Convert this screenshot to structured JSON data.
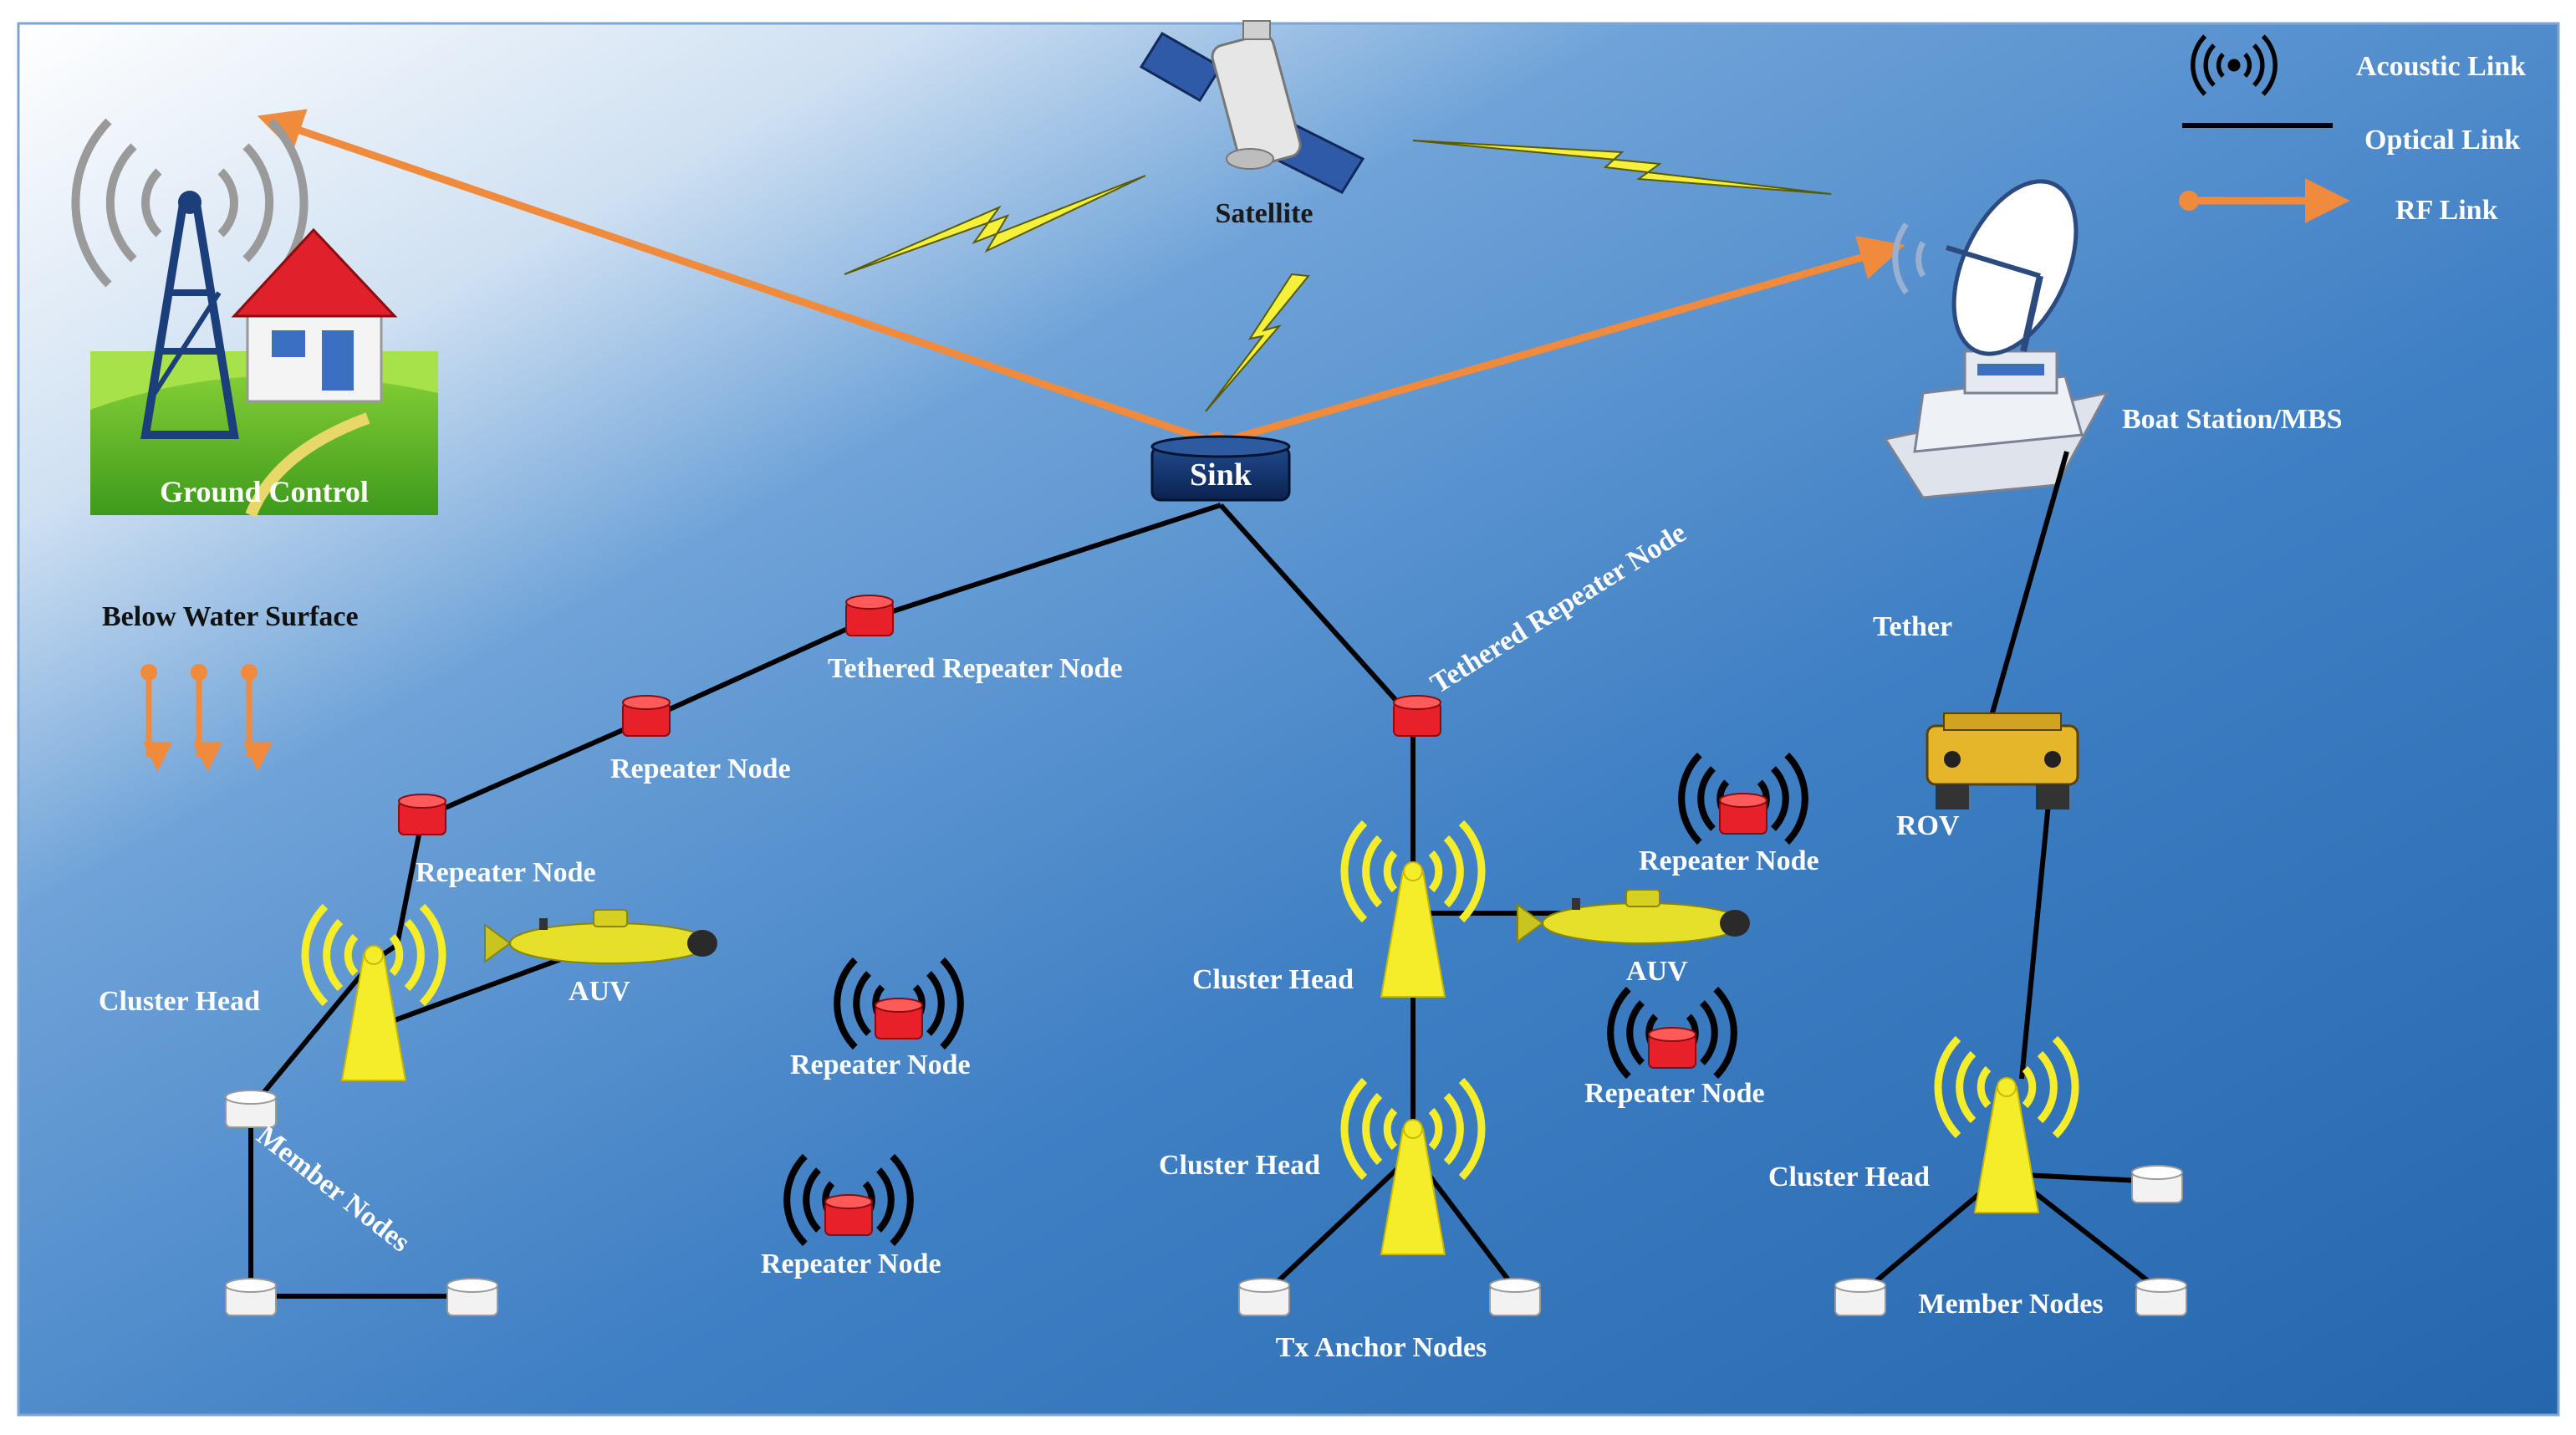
{
  "legend": {
    "acoustic_label": "Acoustic Link",
    "optical_label": "Optical Link",
    "rf_label": "RF Link"
  },
  "labels": {
    "satellite": "Satellite",
    "ground_control": "Ground Control",
    "sink": "Sink",
    "boat_station": "Boat Station/MBS",
    "below_water": "Below Water Surface",
    "tethered_repeater_left": "Tethered Repeater Node",
    "tethered_repeater_right": "Tethered Repeater Node",
    "repeater_1": "Repeater Node",
    "repeater_2": "Repeater Node",
    "repeater_3": "Repeater Node",
    "repeater_4": "Repeater Node",
    "repeater_5": "Repeater Node",
    "repeater_6": "Repeater Node",
    "cluster_head_1": "Cluster Head",
    "cluster_head_2": "Cluster Head",
    "cluster_head_3": "Cluster Head",
    "cluster_head_4": "Cluster Head",
    "auv_1": "AUV",
    "auv_2": "AUV",
    "member_nodes_left": "Member Nodes",
    "member_nodes_right": "Member Nodes",
    "tx_anchor_nodes": "Tx Anchor Nodes",
    "tether": "Tether",
    "rov": "ROV"
  },
  "colors": {
    "ocean_top": "#5a95d3",
    "ocean_bottom": "#2b6db4",
    "rf_link": "#f08a3c",
    "optical_link": "#000000",
    "acoustic_yellow": "#f5ec2a",
    "repeater_red": "#e8202a",
    "sink_navy": "#102a5c",
    "lightning": "#f5f03a"
  }
}
